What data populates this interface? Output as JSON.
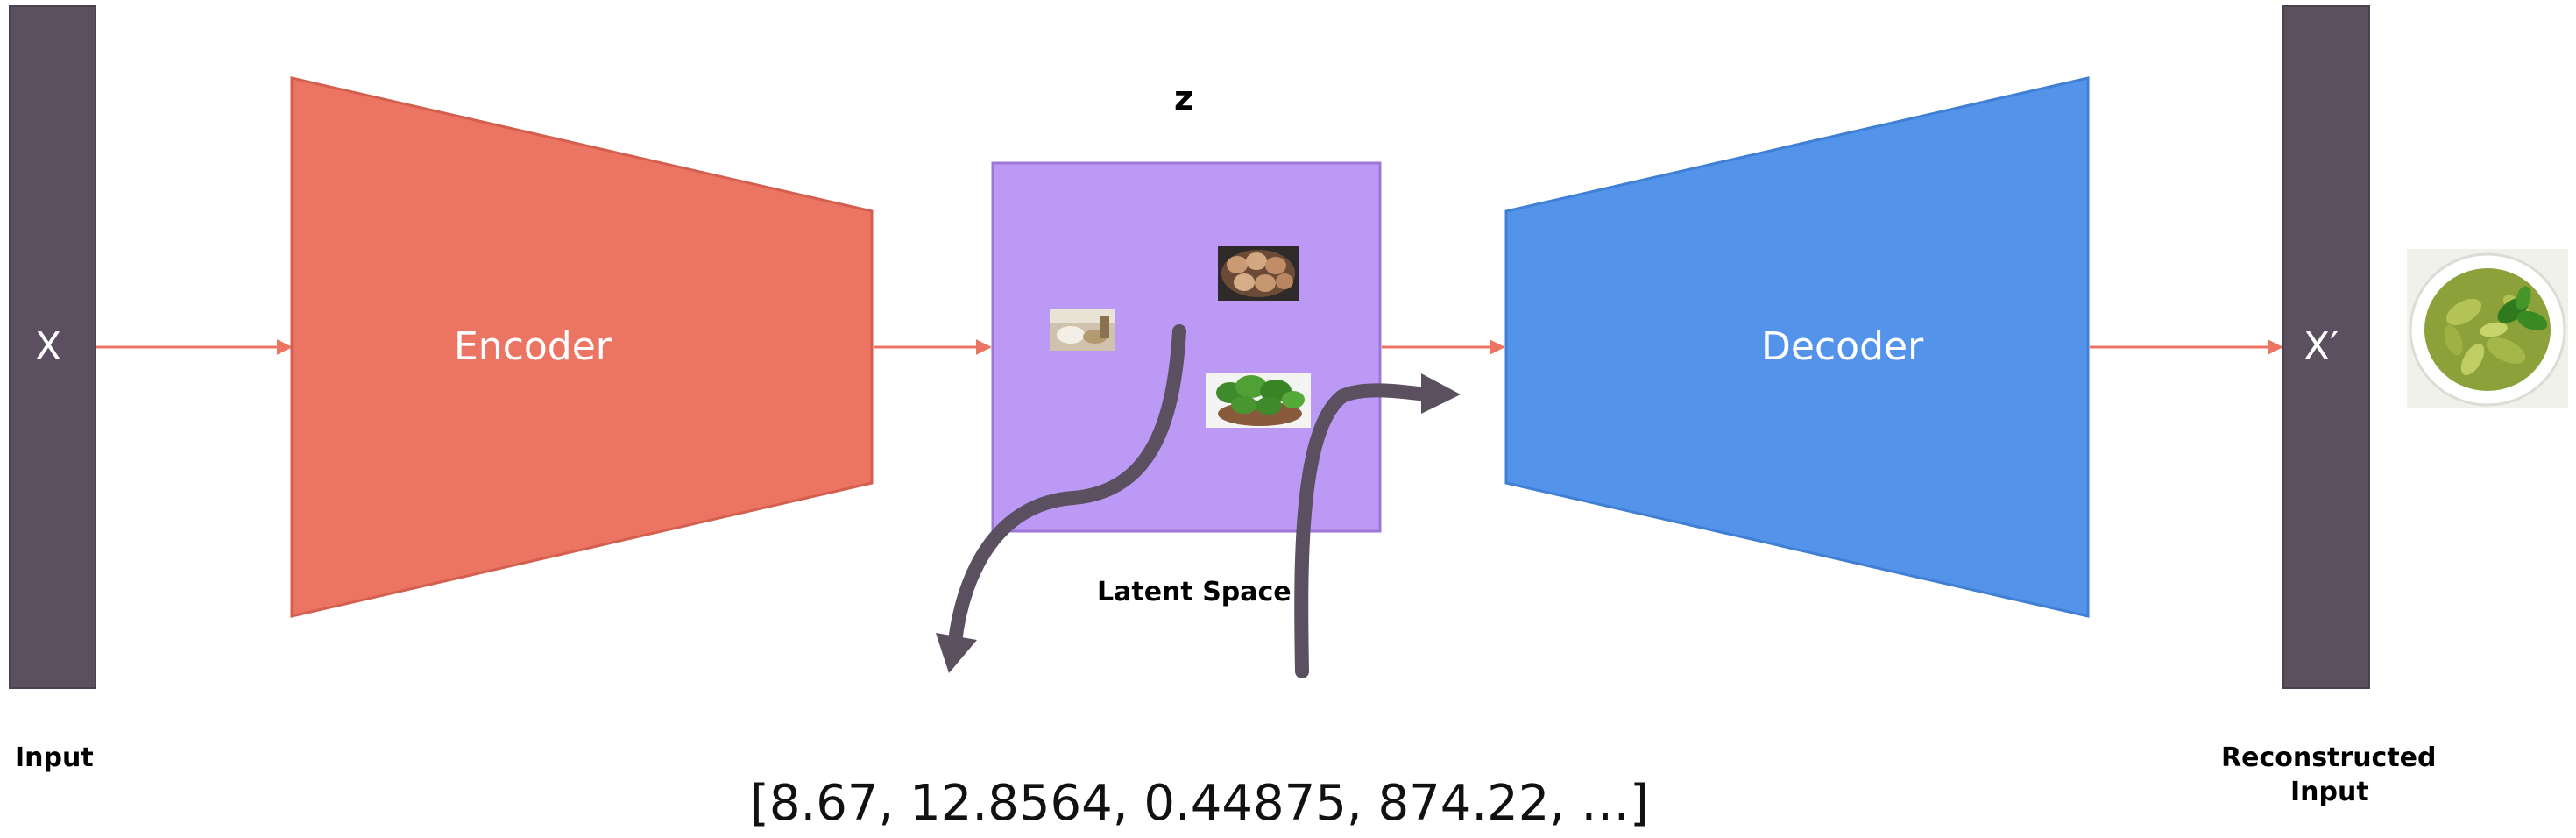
{
  "labels": {
    "input_var": "X",
    "encoder": "Encoder",
    "latent_var": "z",
    "decoder": "Decoder",
    "output_var": "X′",
    "latent_space": "Latent Space",
    "input": "Input",
    "reconstructed_line1": "Reconstructed",
    "reconstructed_line2": "Input",
    "latent_vector": "[8.67, 12.8564, 0.44875, 874.22, …]"
  },
  "colors": {
    "bar": "#5a5060",
    "encoder": "#ec7462",
    "latent": "#bd99f6",
    "decoder": "#5394ea",
    "arrow": "#ec7462",
    "curve": "#5a5060"
  },
  "icons": {
    "pasta": "pasta-plate-image",
    "flour": "flour-image",
    "eggs": "eggs-image",
    "basil": "basil-image"
  }
}
